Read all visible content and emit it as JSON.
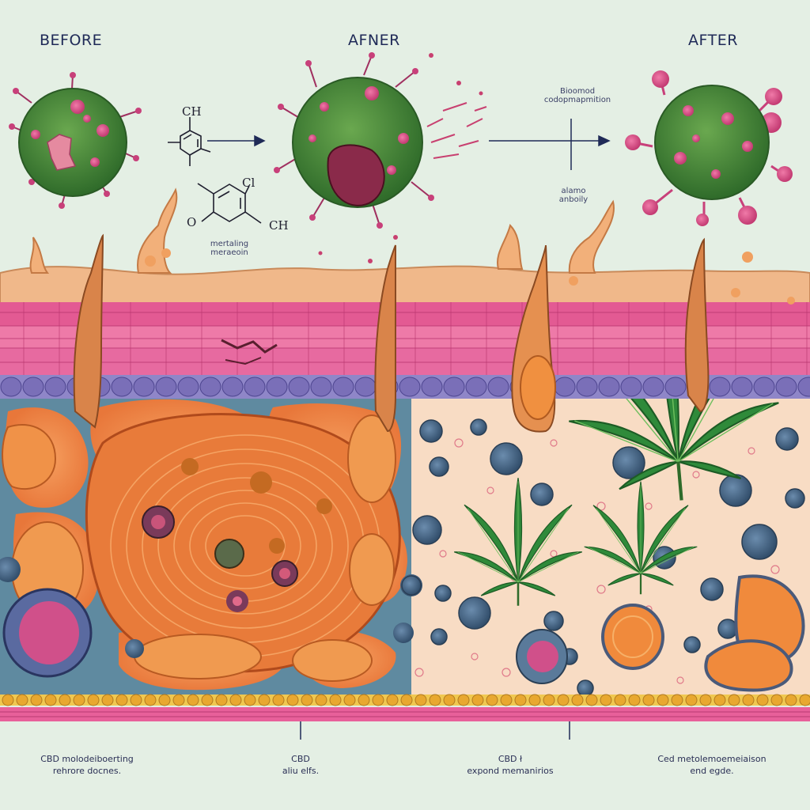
{
  "headings": {
    "before": "BEFORE",
    "middle": "AFNER",
    "after": "AFTER"
  },
  "molecule_labels": {
    "top_group": "CH",
    "cl_group": "Cl",
    "ch_group": "CH",
    "o_group": "O"
  },
  "annotations": {
    "molecule_caption_1": "mertaling",
    "molecule_caption_2": "meraeoin",
    "arrow_caption_1": "Bioomod",
    "arrow_caption_2": "codopmapmition",
    "arrow_sub_1": "alamo",
    "arrow_sub_2": "anboily"
  },
  "footer": {
    "left_line1": "CBD molodeiboerting",
    "left_line2": "rehrore docnes.",
    "center_line1": "CBD",
    "center_line2": "aliu elfs.",
    "right_center_line1": "CBD ł",
    "right_center_line2": "expond memanirios",
    "right_line1": "Ced metolemoemeiaison",
    "right_line2": "end egde."
  },
  "colors": {
    "background": "#e4efe4",
    "virus_green": "#4f8a3a",
    "virus_spike": "#c8407a",
    "epidermis_pink": "#e35a93",
    "skin_surface": "#f0b88a",
    "basal_purple": "#7a6fb8",
    "dermis_peach": "#f8dcc4",
    "fat_orange": "#f08a3c",
    "cell_blue": "#4a6a8a",
    "leaf_green": "#2f8a3a",
    "ink": "#1f2a57"
  },
  "icons": [
    "virus-before-icon",
    "virus-middle-icon",
    "virus-after-icon",
    "cannabis-leaf-icon",
    "arrow-right-icon",
    "molecule-icon",
    "hair-follicle-icon"
  ]
}
